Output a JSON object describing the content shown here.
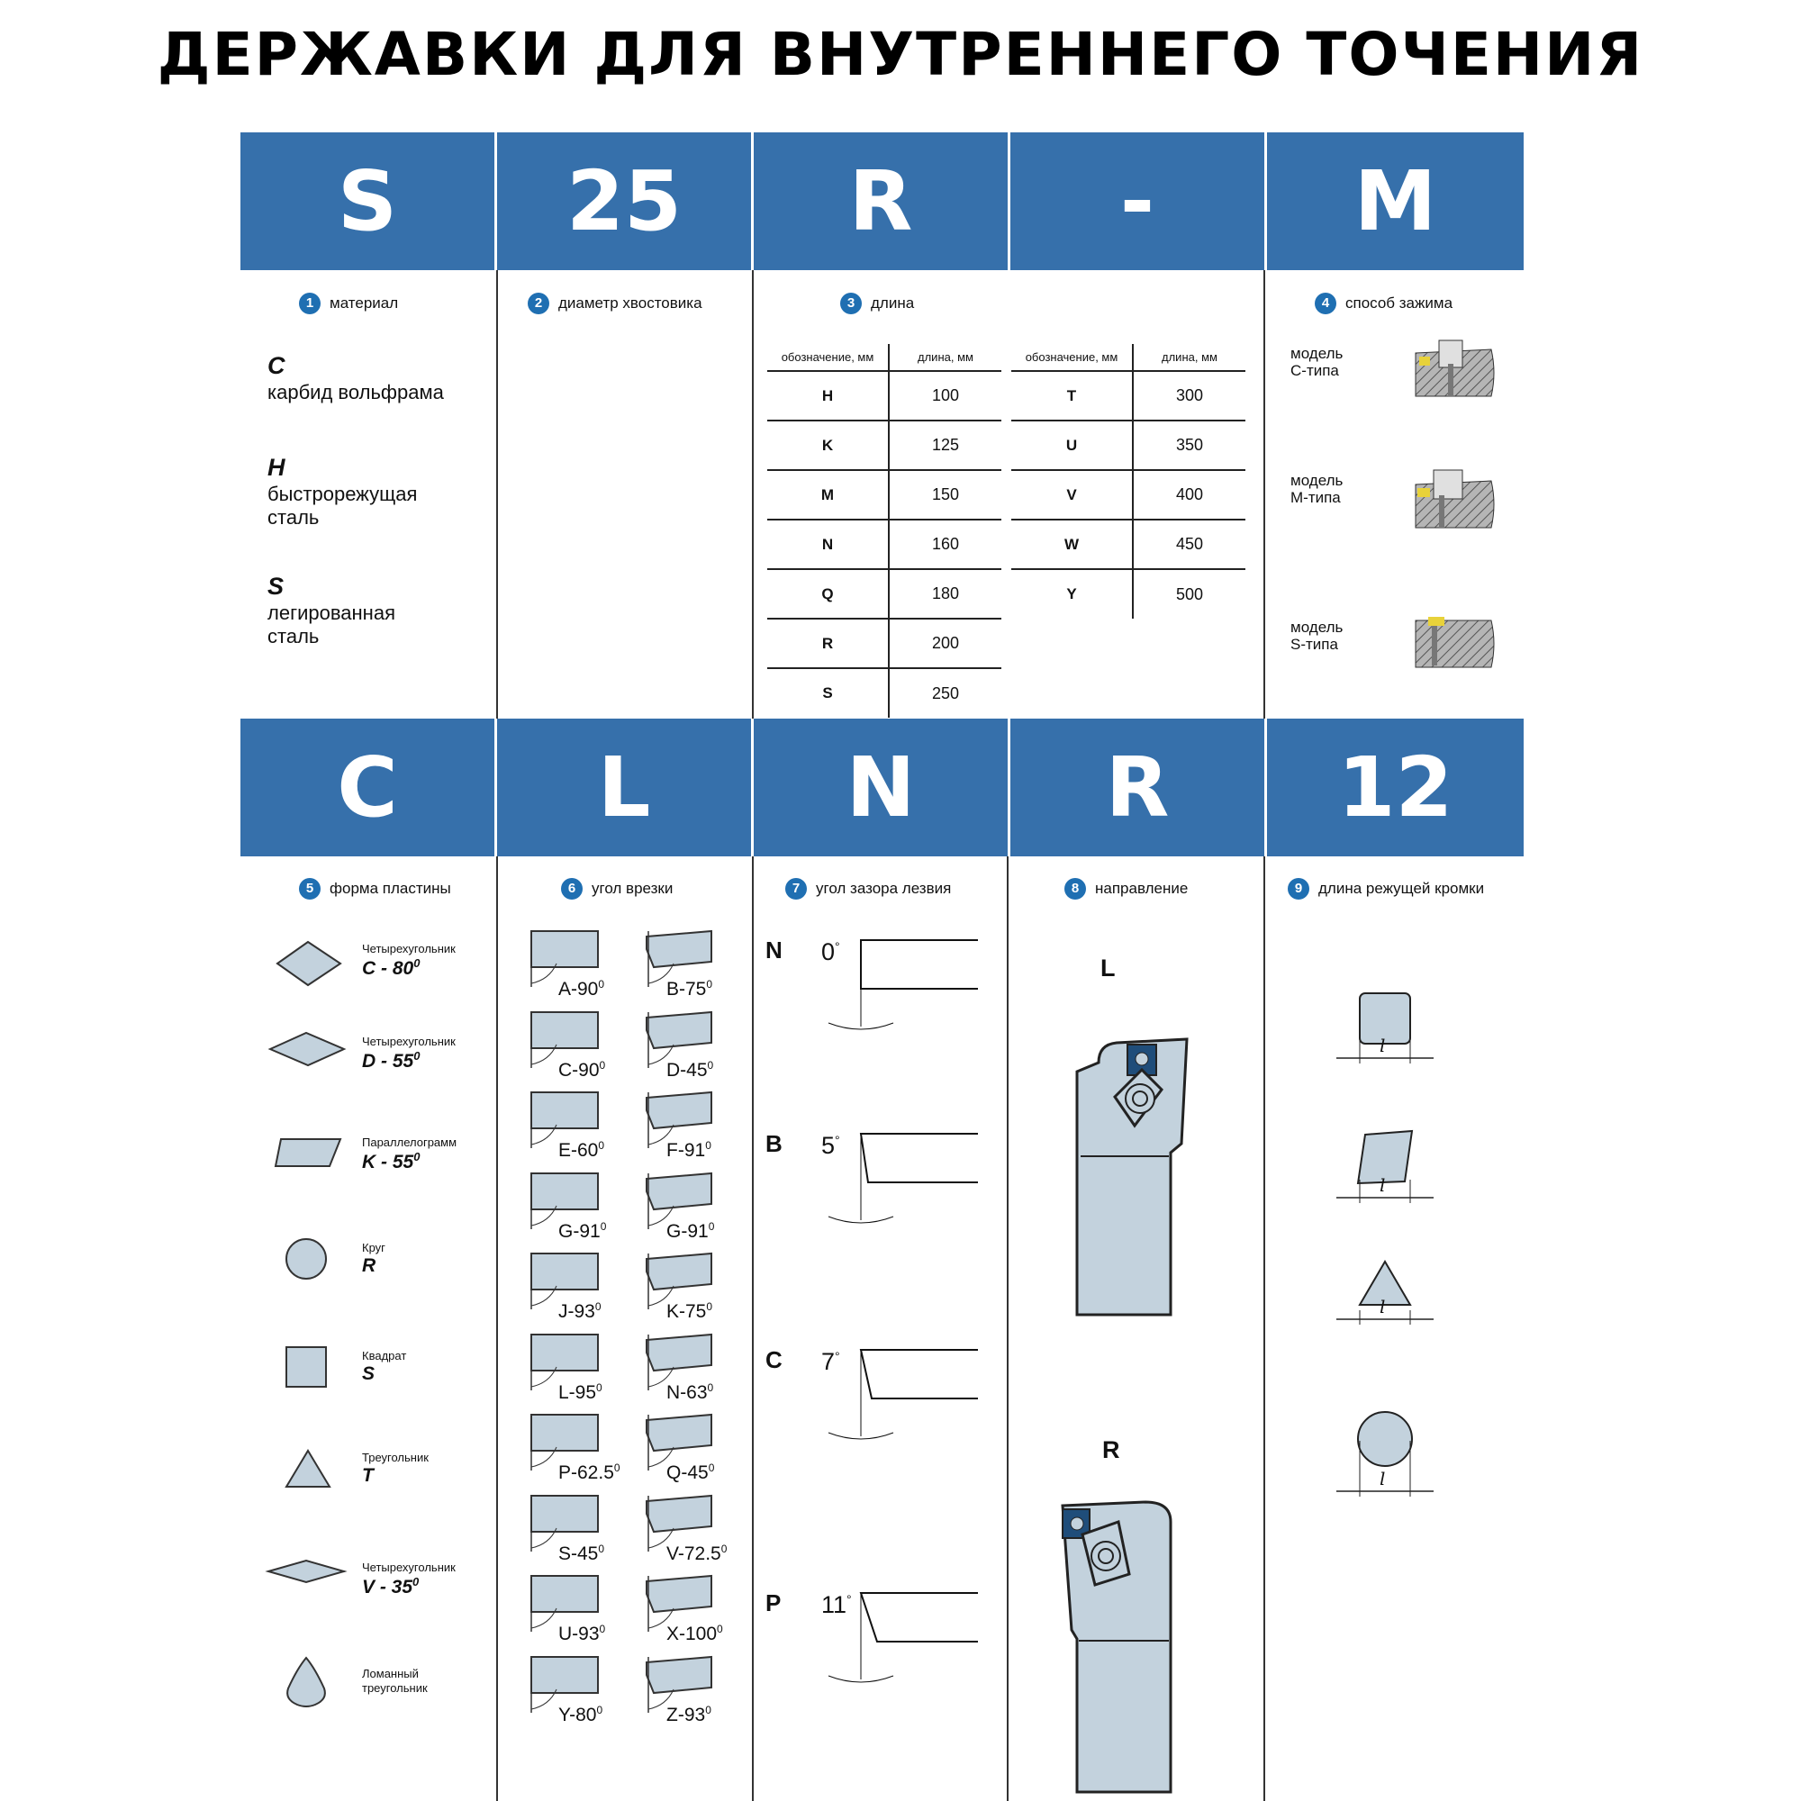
{
  "title": "ДЕРЖАВКИ ДЛЯ ВНУТРЕННЕГО ТОЧЕНИЯ",
  "top_code": [
    "S",
    "25",
    "R",
    "-",
    "M"
  ],
  "bottom_code": [
    "C",
    "L",
    "N",
    "R",
    "12"
  ],
  "sections": {
    "s1": {
      "num": "1",
      "title": "материал"
    },
    "s2": {
      "num": "2",
      "title": "диаметр хвостовика"
    },
    "s3": {
      "num": "3",
      "title": "длина"
    },
    "s4": {
      "num": "4",
      "title": "способ зажима"
    },
    "s5": {
      "num": "5",
      "title": "форма пластины"
    },
    "s6": {
      "num": "6",
      "title": "угол врезки"
    },
    "s7": {
      "num": "7",
      "title": "угол зазора лезвия"
    },
    "s8": {
      "num": "8",
      "title": "направление"
    },
    "s9": {
      "num": "9",
      "title": "длина режущей кромки"
    }
  },
  "materials": [
    {
      "code": "C",
      "desc1": "карбид вольфрама",
      "desc2": ""
    },
    {
      "code": "H",
      "desc1": "быстрорежущая",
      "desc2": "сталь"
    },
    {
      "code": "S",
      "desc1": "легированная",
      "desc2": "сталь"
    }
  ],
  "length_table": {
    "col1": "обозначение, мм",
    "col2": "длина, мм",
    "left": [
      [
        "H",
        "100"
      ],
      [
        "K",
        "125"
      ],
      [
        "M",
        "150"
      ],
      [
        "N",
        "160"
      ],
      [
        "Q",
        "180"
      ],
      [
        "R",
        "200"
      ],
      [
        "S",
        "250"
      ]
    ],
    "right": [
      [
        "T",
        "300"
      ],
      [
        "U",
        "350"
      ],
      [
        "V",
        "400"
      ],
      [
        "W",
        "450"
      ],
      [
        "Y",
        "500"
      ]
    ]
  },
  "clamps": [
    {
      "l1": "модель",
      "l2": "C-типа"
    },
    {
      "l1": "модель",
      "l2": "M-типа"
    },
    {
      "l1": "модель",
      "l2": "S-типа"
    }
  ],
  "shapes": [
    {
      "label": "Четырехугольник",
      "code": "C - 80",
      "sup": "0"
    },
    {
      "label": "Четырехугольник",
      "code": "D - 55",
      "sup": "0"
    },
    {
      "label": "Параллелограмм",
      "code": "K - 55",
      "sup": "0"
    },
    {
      "label": "Круг",
      "code": "R",
      "sup": ""
    },
    {
      "label": "Квадрат",
      "code": "S",
      "sup": ""
    },
    {
      "label": "Треугольник",
      "code": "T",
      "sup": ""
    },
    {
      "label": "Четырехугольник",
      "code": "V - 35",
      "sup": "0"
    },
    {
      "label": "Ломанный",
      "code": "треугольник",
      "sup": ""
    }
  ],
  "angles": [
    {
      "code": "A-90",
      "sup": "0"
    },
    {
      "code": "B-75",
      "sup": "0"
    },
    {
      "code": "C-90",
      "sup": "0"
    },
    {
      "code": "D-45",
      "sup": "0"
    },
    {
      "code": "E-60",
      "sup": "0"
    },
    {
      "code": "F-91",
      "sup": "0"
    },
    {
      "code": "G-91",
      "sup": "0"
    },
    {
      "code": "G-91",
      "sup": "0"
    },
    {
      "code": "J-93",
      "sup": "0"
    },
    {
      "code": "K-75",
      "sup": "0"
    },
    {
      "code": "L-95",
      "sup": "0"
    },
    {
      "code": "N-63",
      "sup": "0"
    },
    {
      "code": "P-62.5",
      "sup": "0"
    },
    {
      "code": "Q-45",
      "sup": "0"
    },
    {
      "code": "S-45",
      "sup": "0"
    },
    {
      "code": "V-72.5",
      "sup": "0"
    },
    {
      "code": "U-93",
      "sup": "0"
    },
    {
      "code": "X-100",
      "sup": "0"
    },
    {
      "code": "Y-80",
      "sup": "0"
    },
    {
      "code": "Z-93",
      "sup": "0"
    }
  ],
  "clearances": [
    {
      "letter": "N",
      "deg": "0",
      "unit": "°"
    },
    {
      "letter": "B",
      "deg": "5",
      "unit": "°"
    },
    {
      "letter": "C",
      "deg": "7",
      "unit": "°"
    },
    {
      "letter": "P",
      "deg": "11",
      "unit": "°"
    }
  ],
  "directions": [
    "L",
    "R"
  ],
  "edge_symbol": "l",
  "colors": {
    "band": "#3670ab",
    "badge": "#1f6fb2",
    "fill": "#c3d2dd",
    "insert": "#e8d23a"
  }
}
